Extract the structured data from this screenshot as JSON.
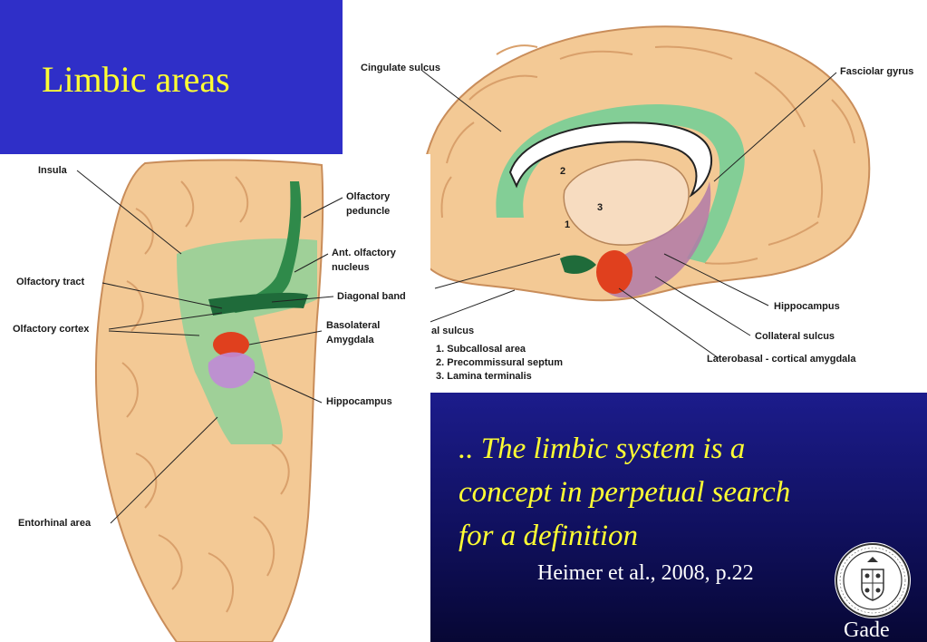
{
  "slide": {
    "title": "Limbic areas",
    "quote_line1": ".. The limbic system is  a",
    "quote_line2": "concept in perpetual search",
    "quote_line3": "for a definition",
    "citation": "Heimer et al., 2008, p.22",
    "author": "Gade"
  },
  "colors": {
    "title_bg": "#2f2fc8",
    "title_text": "#ffff33",
    "quote_bg": "#10105e",
    "quote_text": "#ffff33",
    "citation_text": "#ffffff"
  },
  "figure_medial": {
    "labels": {
      "cingulate_sulcus": "Cingulate sulcus",
      "fasciolar_gyrus": "Fasciolar gyrus",
      "hippocampus": "Hippocampus",
      "collateral_sulcus": "Collateral sulcus",
      "laterobasal": "Laterobasal - cortical amygdala",
      "rhinal_sulcus": "al sulcus",
      "item1": "1. Subcallosal area",
      "item2": "2. Precommissural septum",
      "item3": "3. Lamina terminalis",
      "num1": "1",
      "num2": "2",
      "num3": "3"
    }
  },
  "figure_ventral": {
    "labels": {
      "insula": "Insula",
      "olfactory_peduncle_1": "Olfactory",
      "olfactory_peduncle_2": "peduncle",
      "ant_olfactory_1": "Ant. olfactory",
      "ant_olfactory_2": "nucleus",
      "olfactory_tract": "Olfactory tract",
      "diagonal_band": "Diagonal band",
      "olfactory_cortex": "Olfactory cortex",
      "basolateral_1": "Basolateral",
      "basolateral_2": "Amygdala",
      "hippocampus": "Hippocampus",
      "entorhinal": "Entorhinal area"
    }
  }
}
